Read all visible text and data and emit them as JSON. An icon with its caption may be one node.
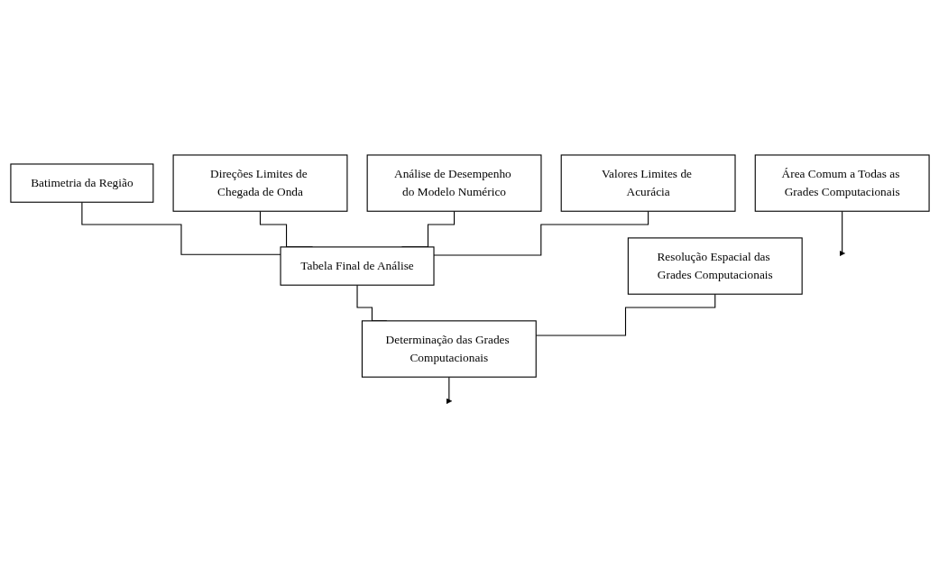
{
  "diagram": {
    "nodes": [
      {
        "text": [
          "Batimetria da Região"
        ]
      },
      {
        "text": [
          "Direções Limites de Chegada de Onda"
        ]
      },
      {
        "text": [
          "Análise de Desempenho do Modelo Numérico"
        ]
      },
      {
        "text": [
          "Valores Limites de Acurácia"
        ]
      },
      {
        "text": [
          "Tabela Final de Análise"
        ]
      },
      {
        "text": [
          "Resolução Espacial das Grades Computacionais"
        ]
      },
      {
        "text": [
          "Determinação das Grades Computacionais"
        ]
      },
      {
        "text": [
          "Área Comum a Todas as Grades Computacionais"
        ]
      }
    ],
    "edges": [
      {
        "from": 0,
        "to": 4,
        "arrow": "none"
      },
      {
        "from": 1,
        "to": 4,
        "arrow": "none"
      },
      {
        "from": 2,
        "to": 4,
        "arrow": "none"
      },
      {
        "from": 3,
        "to": 4,
        "arrow": "none"
      },
      {
        "from": 4,
        "to": 6,
        "arrow": "none"
      },
      {
        "from": 5,
        "to": 6,
        "arrow": "none"
      },
      {
        "from": 6,
        "to": null,
        "arrow": "to"
      },
      {
        "from": 7,
        "to": null,
        "arrow": "to"
      }
    ]
  }
}
